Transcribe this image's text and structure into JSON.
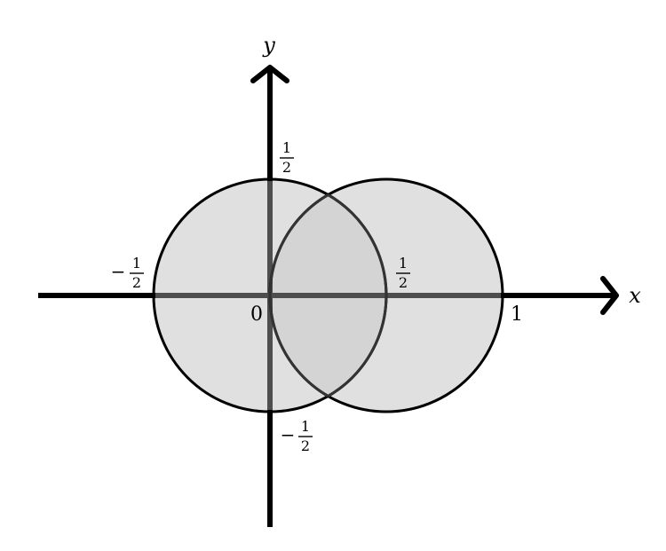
{
  "axes": {
    "x_label": "x",
    "y_label": "y"
  },
  "ticks": {
    "origin": "0",
    "one": "1",
    "half_num": "1",
    "half_den": "2",
    "minus": "−"
  },
  "circles": [
    {
      "center_x": 0,
      "center_y": 0,
      "radius": 0.5
    },
    {
      "center_x": 0.5,
      "center_y": 0,
      "radius": 0.5
    }
  ],
  "colors": {
    "axis": "#000000",
    "circle_stroke": "#000000",
    "circle_fill": "#e0e0e0",
    "overlap_fill": "#cfcfcf"
  }
}
